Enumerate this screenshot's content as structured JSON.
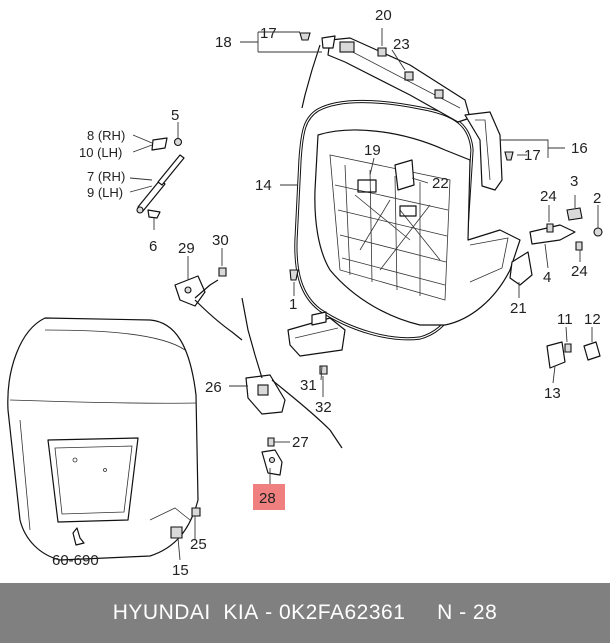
{
  "labels": {
    "p1": "1",
    "p2": "2",
    "p3": "3",
    "p4": "4",
    "p5": "5",
    "p6": "6",
    "p7": "7 (RH)",
    "p8": "8 (RH)",
    "p9": "9 (LH)",
    "p10": "10 (LH)",
    "p11": "11",
    "p12": "12",
    "p13": "13",
    "p14": "14",
    "p15": "15",
    "p16": "16",
    "p17a": "17",
    "p17b": "17",
    "p18": "18",
    "p19": "19",
    "p20": "20",
    "p21": "21",
    "p22": "22",
    "p23": "23",
    "p24a": "24",
    "p24b": "24",
    "p25": "25",
    "p26": "26",
    "p27": "27",
    "p28": "28",
    "p29": "29",
    "p30": "30",
    "p31": "31",
    "p32": "32",
    "ref": "60-690"
  },
  "colors": {
    "highlight": "#f08080",
    "footer_bg": "#808080"
  },
  "footer": {
    "brand": "HYUNDAI  KIA",
    "sep": " - ",
    "part_number": "0K2FA62361",
    "position": "N - 28"
  }
}
